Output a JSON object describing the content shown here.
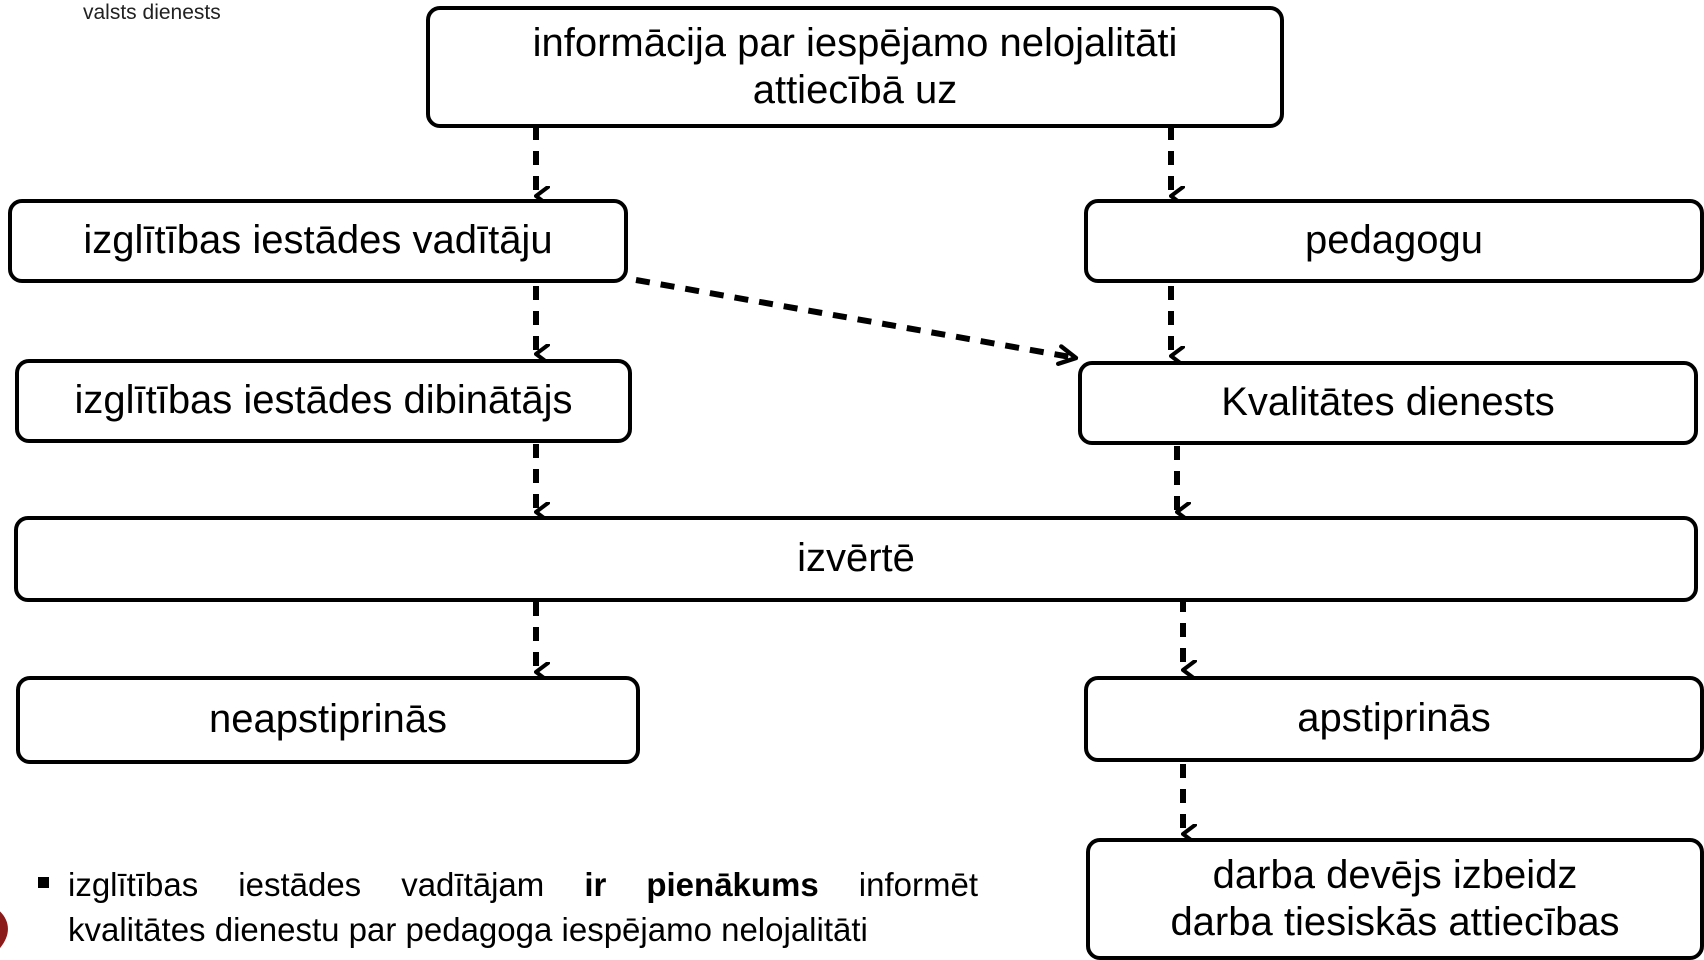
{
  "header": {
    "org_text": "valsts dienests"
  },
  "diagram": {
    "top": {
      "line1": "informācija par iespējamo nelojalitāti",
      "line2": "attiecībā uz"
    },
    "left1": "izglītības iestādes vadītāju",
    "right1": "pedagogu",
    "left2": "izglītības iestādes dibinātājs",
    "right2": "Kvalitātes dienests",
    "middle": "izvērtē",
    "left3": "neapstiprinās",
    "right3": "apstiprinās",
    "bottom": {
      "line1": "darba devējs izbeidz",
      "line2": "darba tiesiskās attiecības"
    }
  },
  "note": {
    "part1": "izglītības iestādes vadītājam ",
    "bold": "ir pienākums",
    "part2": " informēt",
    "line2": "kvalitātes dienestu par pedagoga iespējamo nelojalitāti"
  },
  "colors": {
    "line": "#000000",
    "background": "#ffffff",
    "logo": "#8b1a1a"
  },
  "icons": {
    "logo": "logo-fragment-icon",
    "bullet": "square-bullet-icon"
  }
}
